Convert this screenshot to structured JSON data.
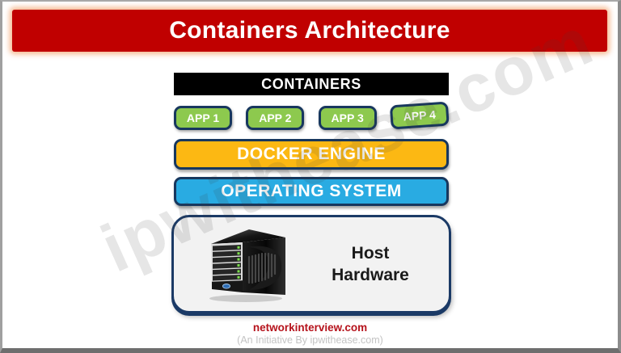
{
  "title": "Containers Architecture",
  "diagram": {
    "containers_header": "CONTAINERS",
    "apps": [
      "APP 1",
      "APP 2",
      "APP 3",
      "APP 4"
    ],
    "docker_engine": "DOCKER ENGINE",
    "operating_system": "OPERATING SYSTEM",
    "host": {
      "line1": "Host",
      "line2": "Hardware",
      "icon": "server-icon"
    }
  },
  "watermark": "ipwithease.com",
  "footer": {
    "site": "networkinterview.com",
    "initiative": "(An Initiative By ipwithease.com)"
  },
  "colors": {
    "banner_red": "#c00000",
    "banner_glow": "#ed7d31",
    "containers_black": "#000000",
    "app_green": "#8dc94e",
    "docker_orange": "#fcb813",
    "os_blue": "#29abe2",
    "border_navy": "#17375e",
    "host_bg": "#f2f2f2",
    "footer_red": "#b5121b",
    "footer_gray": "#c3c3c3",
    "watermark_gray": "#dddddd",
    "frame_gray": "#8c8c8c"
  }
}
